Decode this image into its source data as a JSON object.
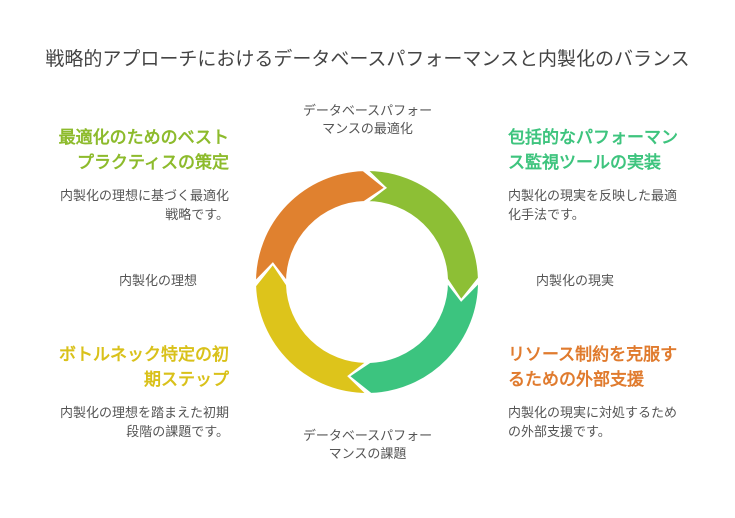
{
  "title": "戦略的アプローチにおけるデータベースパフォーマンスと内製化のバランス",
  "axes": {
    "top": [
      "データベースパフォー",
      "マンスの最適化"
    ],
    "bottom": [
      "データベースパフォー",
      "マンスの課題"
    ],
    "left": "内製化の理想",
    "right": "内製化の現実"
  },
  "quadrants": {
    "top_left": {
      "heading": [
        "最適化のためのベスト",
        "プラクティスの策定"
      ],
      "desc": [
        "内製化の理想に基づく最適化",
        "戦略です。"
      ],
      "color": "#8dbb2c"
    },
    "top_right": {
      "heading": [
        "包括的なパフォーマン",
        "ス監視ツールの実装"
      ],
      "desc": [
        "内製化の現実を反映した最適",
        "化手法です。"
      ],
      "color": "#3ec47e"
    },
    "bottom_left": {
      "heading": [
        "ボトルネック特定の初",
        "期ステップ"
      ],
      "desc": [
        "内製化の理想を踏まえた初期",
        "段階の課題です。"
      ],
      "color": "#d9c11a"
    },
    "bottom_right": {
      "heading": [
        "リソース制約を克服す",
        "るための外部支援"
      ],
      "desc": [
        "内製化の現実に対処するため",
        "の外部支援です。"
      ],
      "color": "#e07b2e"
    }
  },
  "ring_colors": {
    "top_left": "#e0812f",
    "top_right": "#8dbf35",
    "bottom_right": "#3cc47f",
    "bottom_left": "#ddc41b"
  }
}
